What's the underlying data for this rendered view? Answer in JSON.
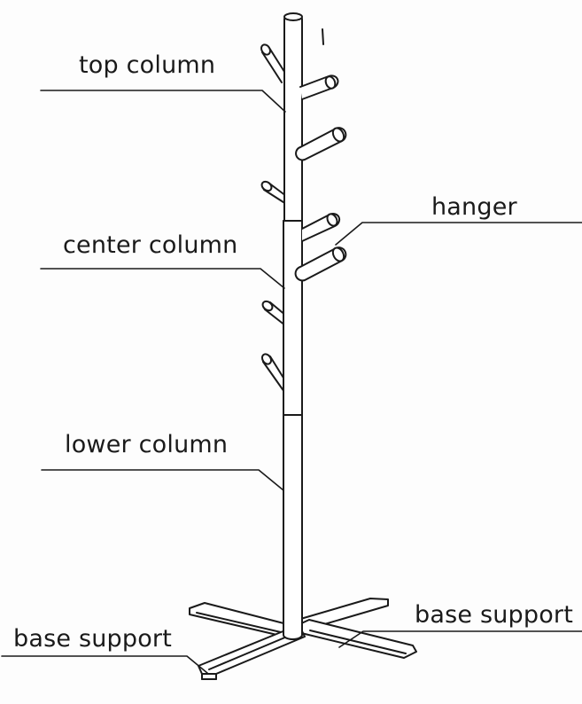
{
  "labels": {
    "top_column": "top column",
    "center_column": "center column",
    "lower_column": "lower column",
    "hanger": "hanger",
    "base_support_left": "base support",
    "base_support_right": "base support"
  },
  "colors": {
    "line": "#1a1a1a",
    "fill": "#ffffff",
    "background": "#fdfdfd"
  }
}
